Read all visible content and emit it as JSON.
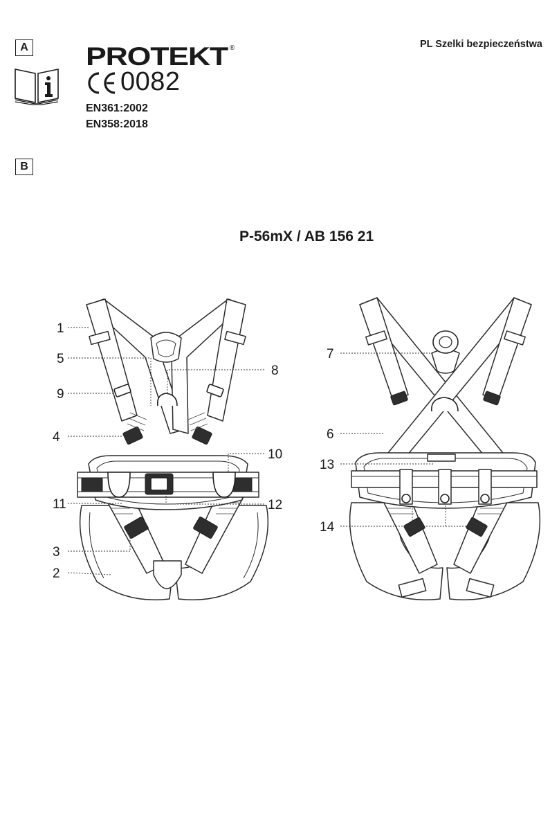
{
  "sections": {
    "a": "A",
    "b": "B"
  },
  "header": {
    "language_title": "PL Szelki bezpieczeństwa"
  },
  "brand": {
    "name": "PROTEKT",
    "registered": "®"
  },
  "certification": {
    "ce": "CE",
    "notified_body": "0082"
  },
  "standards": [
    "EN361:2002",
    "EN358:2018"
  ],
  "model": {
    "title": "P-56mX / AB 156 21"
  },
  "front_callouts": [
    "1",
    "5",
    "9",
    "4",
    "11",
    "3",
    "2",
    "8",
    "10",
    "12"
  ],
  "back_callouts": [
    "7",
    "6",
    "13",
    "14"
  ],
  "colors": {
    "ink": "#1a1a1a",
    "paper": "#ffffff"
  }
}
